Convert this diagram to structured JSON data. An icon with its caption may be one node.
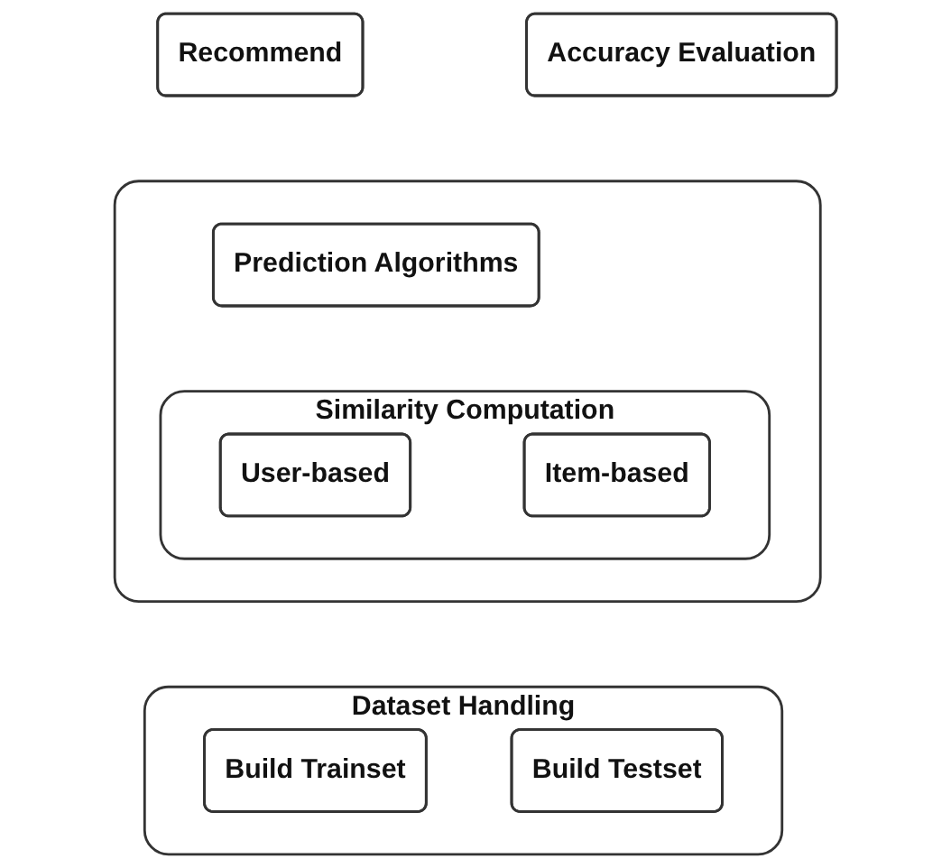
{
  "diagram": {
    "nodes": [
      {
        "text": [
          "Recommend"
        ]
      },
      {
        "text": [
          "Accuracy Evaluation"
        ]
      },
      {
        "text": [],
        "shape": "box"
      },
      {
        "text": [
          "Prediction Algorithms"
        ],
        "in": 2
      },
      {
        "text": [
          "Similarity Computation"
        ],
        "in": 2
      },
      {
        "text": [
          "User-based"
        ],
        "in": 4
      },
      {
        "text": [
          "Item-based"
        ],
        "in": 4
      },
      {
        "text": [
          "Dataset Handling"
        ]
      },
      {
        "text": [
          "Build Trainset"
        ],
        "in": 7
      },
      {
        "text": [
          "Build Testset"
        ],
        "in": 7
      }
    ]
  }
}
